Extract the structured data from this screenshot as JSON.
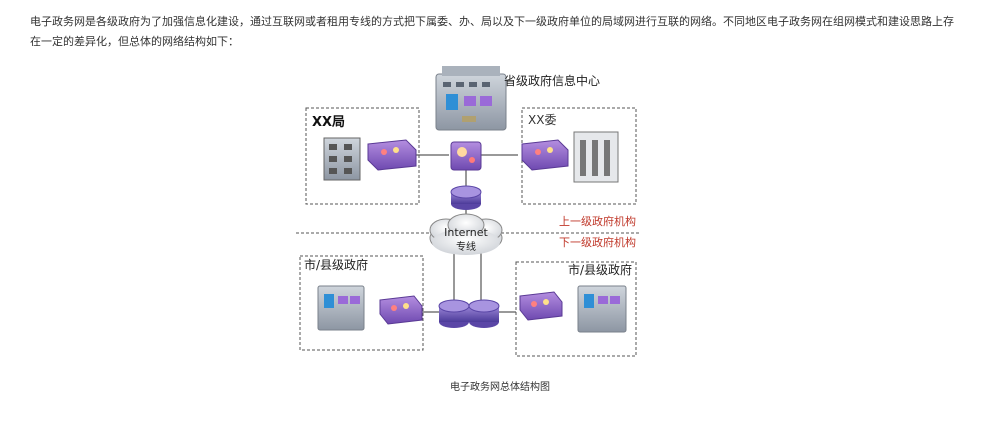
{
  "article": {
    "intro_text": "电子政务网是各级政府为了加强信息化建设，通过互联网或者租用专线的方式把下属委、办、局以及下一级政府单位的局域网进行互联的网络。不同地区电子政务网在组网模式和建设思路上存在一定的差异化，但总体的网络结构如下："
  },
  "diagram": {
    "labels": {
      "provincial_center": "省级政府信息中心",
      "bureau": "XX局",
      "committee": "XX委",
      "internet": "Internet",
      "leased_line": "专线",
      "upper_org": "上一级政府机构",
      "lower_org": "下一级政府机构",
      "city_left": "市/县级政府",
      "city_right": "市/县级政府"
    },
    "caption": "电子政务网总体结构图"
  },
  "colors": {
    "org_label_red": "#c0392b",
    "device_purple": "#8e5cc6",
    "router_purple": "#6b4fb3",
    "building_gray": "#8a8f98"
  }
}
